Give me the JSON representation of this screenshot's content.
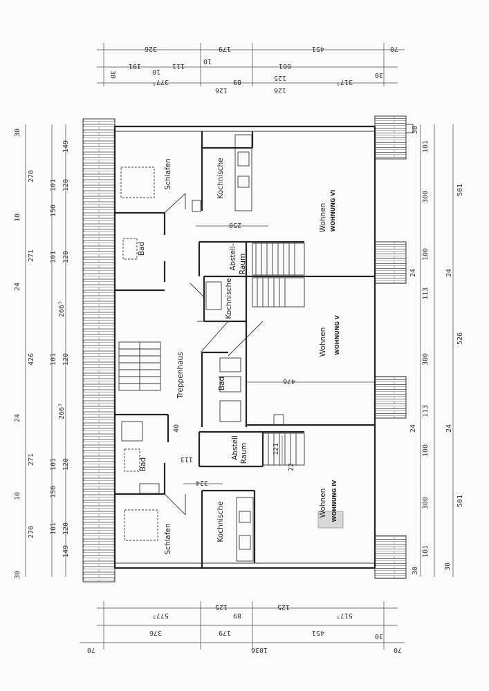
{
  "plan": {
    "rooms": {
      "schlafen_top": "Schlafen",
      "kochnische_top": "Kochnische",
      "wohnen_vi": "Wohnen",
      "wohnung_vi": "WOHNUNG VI",
      "bad_top": "Bad",
      "abstell_top": "Abstell-",
      "raum_top": "Raum",
      "kochnische_mid": "Kochnische",
      "treppenhaus": "Treppenhaus",
      "bad_mid": "Bad",
      "wohnen_v": "Wohnen",
      "wohnung_v": "WOHNUNG V",
      "abstell_bot": "Abstell",
      "raum_bot": "Raum",
      "bad_bot": "Bad",
      "wohnen_iv": "Wohnen",
      "wohnung_iv": "WOHNUNG IV",
      "kochnische_bot": "Kochnische",
      "schlafen_bot": "Schlafen"
    },
    "interior_dims": {
      "d250": "250",
      "d476": "476",
      "d324": "324",
      "d113": "113",
      "d40": "40",
      "d121": "121",
      "d22": "22"
    },
    "top_dims": {
      "row1": [
        "326",
        "179",
        "451",
        "70"
      ],
      "row2": [
        "191",
        "10",
        "111",
        "10",
        "661",
        "30",
        "30"
      ],
      "row3": [
        "377⁵",
        "126",
        "89",
        "126",
        "125",
        "317⁵"
      ]
    },
    "bottom_dims": {
      "row1": [
        "577⁵",
        "125",
        "89",
        "125",
        "517⁵"
      ],
      "row2": [
        "376",
        "179",
        "451",
        "30"
      ],
      "row3": [
        "70",
        "1036",
        "70"
      ]
    },
    "left_dims": {
      "outer": [
        "30",
        "149",
        "270",
        "10",
        "271",
        "24",
        "426",
        "24",
        "271",
        "10",
        "270",
        "149",
        "30"
      ],
      "inner": [
        "101",
        "120",
        "150",
        "101",
        "120",
        "266⁵",
        "101",
        "120",
        "266⁵",
        "101",
        "120",
        "150",
        "101",
        "120"
      ]
    },
    "right_dims": {
      "inner": [
        "30",
        "101",
        "300",
        "100",
        "113",
        "300",
        "113",
        "100",
        "300",
        "101",
        "30"
      ],
      "mid": [
        "24",
        "24",
        "24",
        "24"
      ],
      "outer": [
        "501",
        "526",
        "501",
        "30"
      ]
    }
  }
}
